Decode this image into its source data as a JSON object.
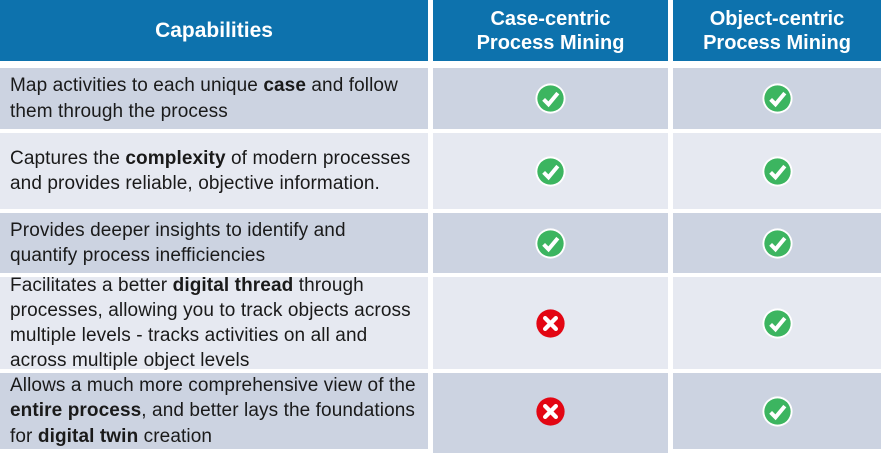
{
  "colors": {
    "header_blue": "#0d72ad",
    "row_dark": "#ccd3e1",
    "row_light": "#e6e9f1",
    "check_green": "#3cb560",
    "cross_red": "#e30613",
    "text": "#1a1a1a",
    "gutter_white": "#ffffff"
  },
  "table": {
    "header": {
      "capabilities": "Capabilities",
      "case_centric": "Case-centric Process Mining",
      "object_centric": "Object-centric Process Mining"
    },
    "rows": [
      {
        "capability": [
          {
            "text": "Map activities to each unique "
          },
          {
            "text": "case",
            "bold": true
          },
          {
            "text": " and follow them through the process"
          }
        ],
        "case_centric": "check",
        "object_centric": "check"
      },
      {
        "capability": [
          {
            "text": "Captures the "
          },
          {
            "text": "complexity",
            "bold": true
          },
          {
            "text": " of modern processes and provides reliable, objective information."
          }
        ],
        "case_centric": "check",
        "object_centric": "check"
      },
      {
        "capability": [
          {
            "text": "Provides deeper insights to identify and quantify process inefficiencies"
          }
        ],
        "case_centric": "check",
        "object_centric": "check"
      },
      {
        "capability": [
          {
            "text": "Facilitates a better "
          },
          {
            "text": "digital thread",
            "bold": true
          },
          {
            "text": " through processes, allowing you to track objects across multiple levels - tracks activities on all and across multiple object levels"
          }
        ],
        "case_centric": "cross",
        "object_centric": "check"
      },
      {
        "capability": [
          {
            "text": "Allows a much more comprehensive view of the "
          },
          {
            "text": "entire process",
            "bold": true
          },
          {
            "text": ", and better lays the foundations for "
          },
          {
            "text": "digital twin",
            "bold": true
          },
          {
            "text": " creation"
          }
        ],
        "case_centric": "cross",
        "object_centric": "check"
      }
    ]
  }
}
